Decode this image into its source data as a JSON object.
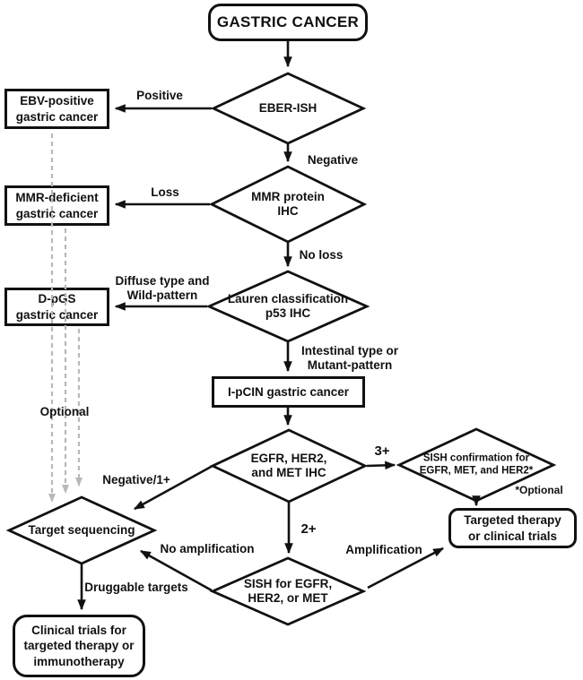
{
  "colors": {
    "line": "#111111",
    "dashed": "#b8b8b8",
    "background": "#ffffff"
  },
  "nodes": {
    "gastric_cancer": {
      "label": "GASTRIC CANCER"
    },
    "ebv": {
      "line1": "EBV-positive",
      "line2": "gastric cancer"
    },
    "mmr_def": {
      "line1": "MMR-deficient",
      "line2": "gastric cancer"
    },
    "dpgs": {
      "line1": "D-pGS",
      "line2": "gastric cancer"
    },
    "eber": {
      "label": "EBER-ISH"
    },
    "mmr_ihc": {
      "line1": "MMR protein",
      "line2": "IHC"
    },
    "lauren": {
      "line1": "Lauren classification",
      "line2": "p53 IHC"
    },
    "ipcin": {
      "label": "I-pCIN gastric cancer"
    },
    "egfr_ihc": {
      "line1": "EGFR, HER2,",
      "line2": "and MET IHC"
    },
    "sish_confirm": {
      "line1": "SISH confirmation for",
      "line2": "EGFR, MET, and HER2*"
    },
    "targeted_therapy": {
      "line1": "Targeted therapy",
      "line2": "or clinical trials"
    },
    "target_seq": {
      "label": "Target sequencing"
    },
    "sish": {
      "line1": "SISH for EGFR,",
      "line2": "HER2, or MET"
    },
    "clinical_trials": {
      "line1": "Clinical trials for",
      "line2": "targeted therapy or",
      "line3": "immunotherapy"
    }
  },
  "edge_labels": {
    "positive": "Positive",
    "negative": "Negative",
    "loss": "Loss",
    "no_loss": "No loss",
    "diffuse1": "Diffuse type and",
    "diffuse2": "Wild-pattern",
    "intestinal1": "Intestinal type or",
    "intestinal2": "Mutant-pattern",
    "three_plus": "3+",
    "two_plus": "2+",
    "optional_note": "*Optional",
    "negative_1plus": "Negative/1+",
    "optional": "Optional",
    "no_amplification": "No amplification",
    "amplification": "Amplification",
    "druggable": "Druggable targets"
  }
}
